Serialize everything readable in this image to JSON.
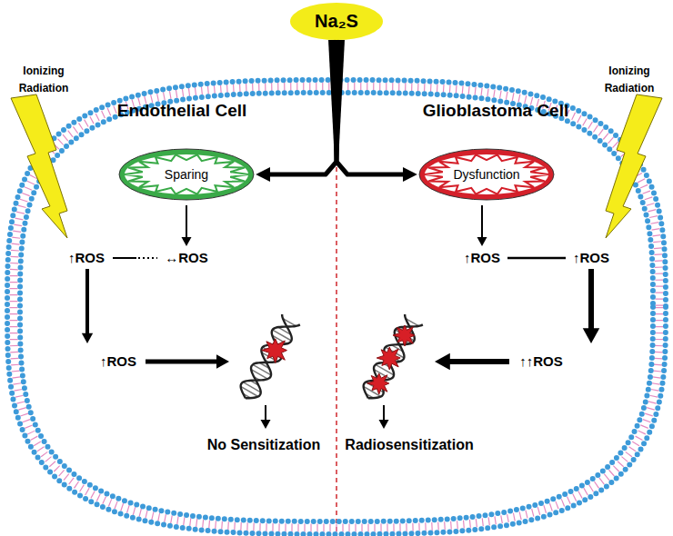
{
  "diagram": {
    "nodes": [
      {
        "text": [
          "Na₂S"
        ]
      },
      {
        "text": [
          "Sparing"
        ]
      },
      {
        "text": [
          "Dysfunction"
        ]
      }
    ],
    "edges": [
      {
        "from": 0,
        "to": 1,
        "arrow": "to"
      },
      {
        "from": 0,
        "to": 2,
        "arrow": "to"
      }
    ],
    "labels": [
      "Endothelial Cell",
      "Glioblastoma Cell",
      "Ionizing Radiation",
      "Ionizing Radiation",
      "↑ROS",
      "↔ROS",
      "↑ROS",
      "↑ROS",
      "↑ROS",
      "↑↑ROS",
      "No Sensitization",
      "Radiosensitization"
    ]
  }
}
